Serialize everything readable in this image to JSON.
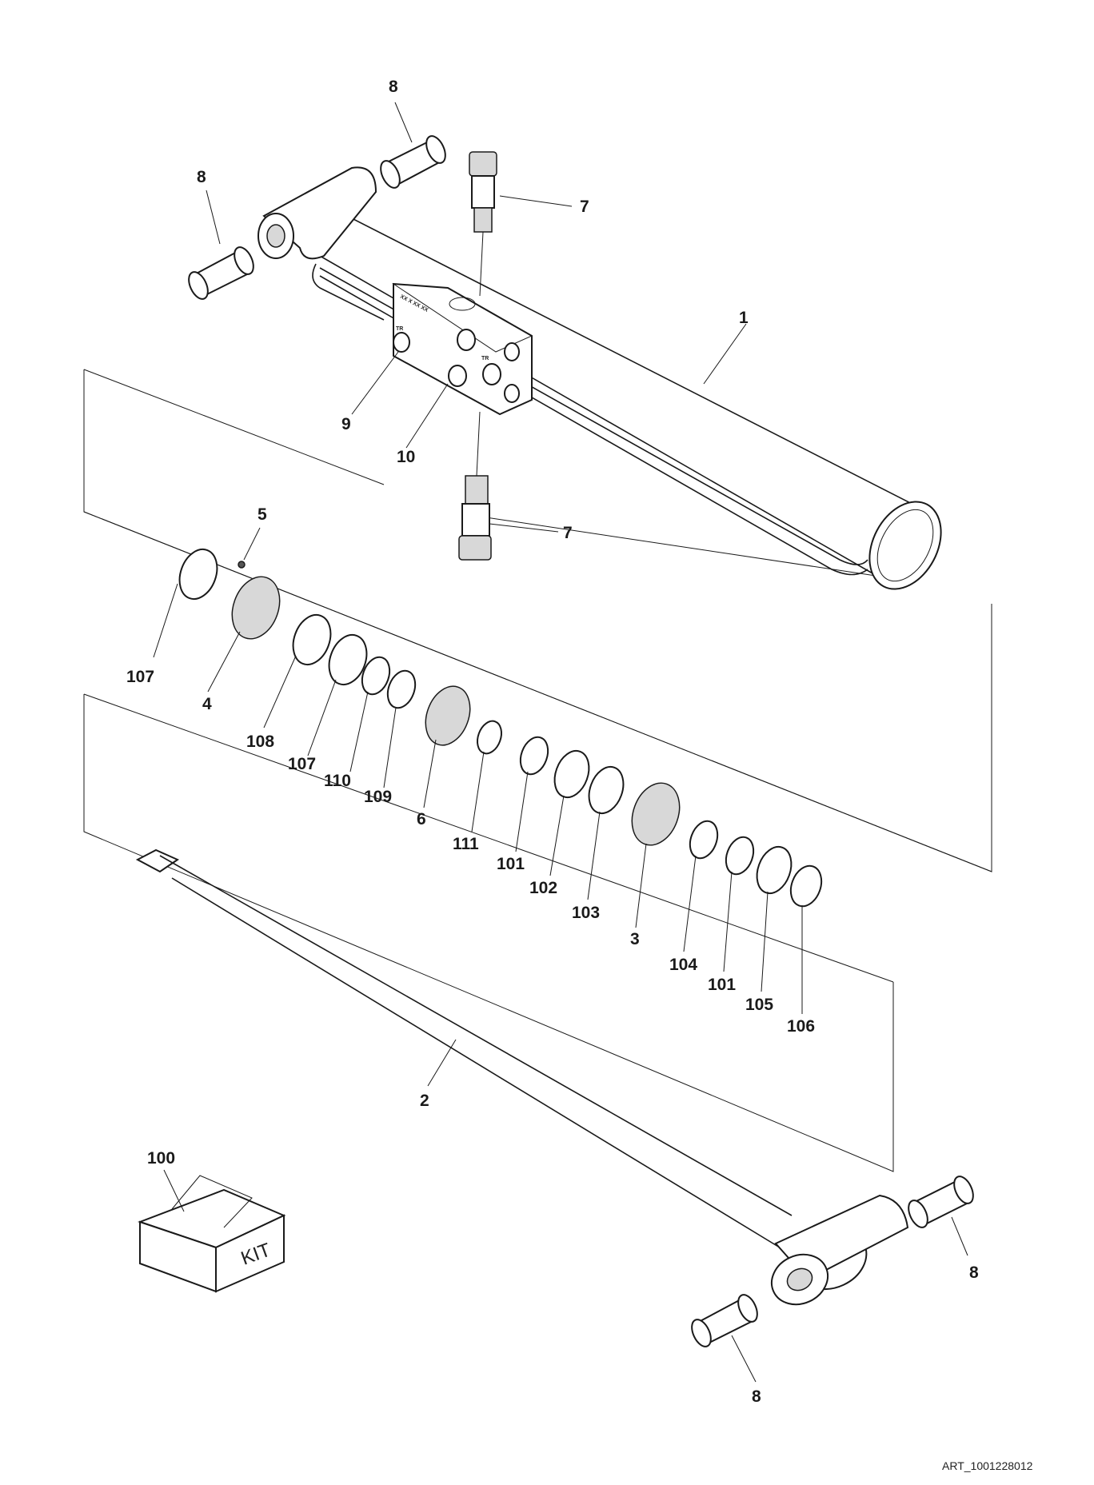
{
  "diagram": {
    "labels": [
      {
        "id": "lbl-8a",
        "text": "8"
      },
      {
        "id": "lbl-8b",
        "text": "8"
      },
      {
        "id": "lbl-7a",
        "text": "7"
      },
      {
        "id": "lbl-1",
        "text": "1"
      },
      {
        "id": "lbl-9",
        "text": "9"
      },
      {
        "id": "lbl-10",
        "text": "10"
      },
      {
        "id": "lbl-7b",
        "text": "7"
      },
      {
        "id": "lbl-5",
        "text": "5"
      },
      {
        "id": "lbl-107a",
        "text": "107"
      },
      {
        "id": "lbl-4",
        "text": "4"
      },
      {
        "id": "lbl-108",
        "text": "108"
      },
      {
        "id": "lbl-107b",
        "text": "107"
      },
      {
        "id": "lbl-110",
        "text": "110"
      },
      {
        "id": "lbl-109",
        "text": "109"
      },
      {
        "id": "lbl-6",
        "text": "6"
      },
      {
        "id": "lbl-111",
        "text": "111"
      },
      {
        "id": "lbl-101a",
        "text": "101"
      },
      {
        "id": "lbl-102",
        "text": "102"
      },
      {
        "id": "lbl-103",
        "text": "103"
      },
      {
        "id": "lbl-3",
        "text": "3"
      },
      {
        "id": "lbl-104",
        "text": "104"
      },
      {
        "id": "lbl-101b",
        "text": "101"
      },
      {
        "id": "lbl-105",
        "text": "105"
      },
      {
        "id": "lbl-106",
        "text": "106"
      },
      {
        "id": "lbl-2",
        "text": "2"
      },
      {
        "id": "lbl-100",
        "text": "100"
      },
      {
        "id": "lbl-8c",
        "text": "8"
      },
      {
        "id": "lbl-8d",
        "text": "8"
      }
    ],
    "kit_label": "KIT",
    "art_number": "ART_1001228012",
    "valve_marks": [
      "TR",
      "TR",
      "XX X XX XX"
    ]
  }
}
